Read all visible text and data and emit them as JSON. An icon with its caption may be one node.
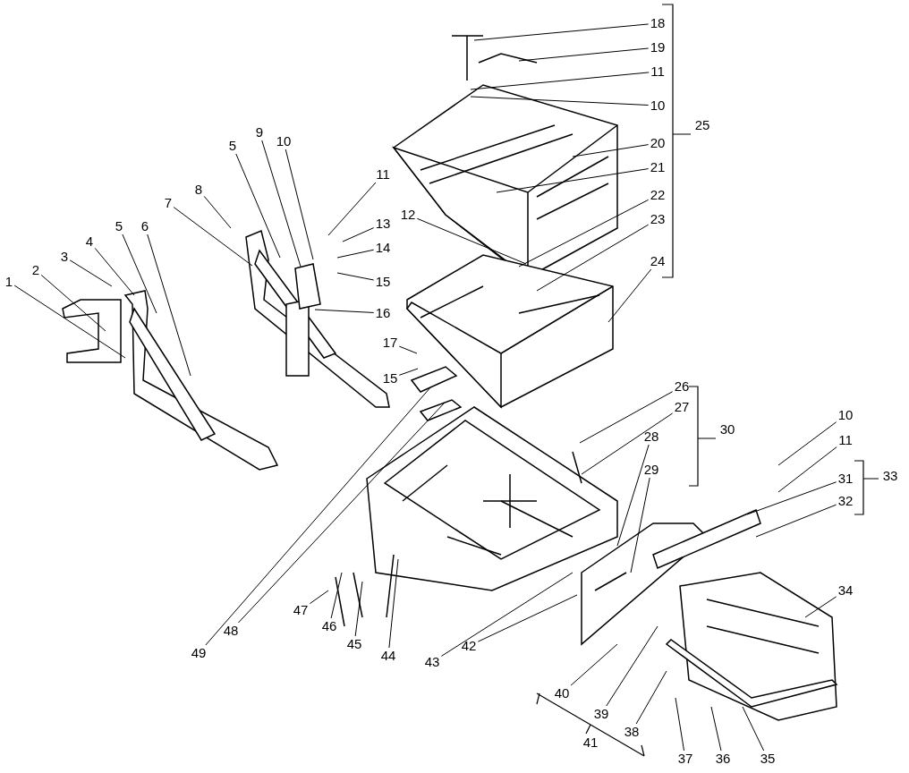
{
  "diagram": {
    "nodes": [
      {
        "text": [
          "1"
        ]
      },
      {
        "text": [
          "2"
        ]
      },
      {
        "text": [
          "3"
        ]
      },
      {
        "text": [
          "4"
        ]
      },
      {
        "text": [
          "5"
        ]
      },
      {
        "text": [
          "6"
        ]
      },
      {
        "text": [
          "7"
        ]
      },
      {
        "text": [
          "8"
        ]
      },
      {
        "text": [
          "5"
        ]
      },
      {
        "text": [
          "9"
        ]
      },
      {
        "text": [
          "10"
        ]
      },
      {
        "text": [
          "11"
        ]
      },
      {
        "text": [
          "13"
        ]
      },
      {
        "text": [
          "14"
        ]
      },
      {
        "text": [
          "15"
        ]
      },
      {
        "text": [
          "16"
        ]
      },
      {
        "text": [
          "12"
        ]
      },
      {
        "text": [
          "17"
        ]
      },
      {
        "text": [
          "15"
        ]
      },
      {
        "text": [
          "18"
        ]
      },
      {
        "text": [
          "19"
        ]
      },
      {
        "text": [
          "11"
        ]
      },
      {
        "text": [
          "10"
        ]
      },
      {
        "text": [
          "20"
        ]
      },
      {
        "text": [
          "21"
        ]
      },
      {
        "text": [
          "22"
        ]
      },
      {
        "text": [
          "23"
        ]
      },
      {
        "text": [
          "24"
        ]
      },
      {
        "text": [
          "26"
        ]
      },
      {
        "text": [
          "27"
        ]
      },
      {
        "text": [
          "28"
        ]
      },
      {
        "text": [
          "29"
        ]
      },
      {
        "text": [
          "10"
        ]
      },
      {
        "text": [
          "11"
        ]
      },
      {
        "text": [
          "31"
        ]
      },
      {
        "text": [
          "32"
        ]
      },
      {
        "text": [
          "34"
        ]
      },
      {
        "text": [
          "35"
        ]
      },
      {
        "text": [
          "36"
        ]
      },
      {
        "text": [
          "37"
        ]
      },
      {
        "text": [
          "38"
        ]
      },
      {
        "text": [
          "39"
        ]
      },
      {
        "text": [
          "40"
        ]
      },
      {
        "text": [
          "43"
        ]
      },
      {
        "text": [
          "42"
        ]
      },
      {
        "text": [
          "44"
        ]
      },
      {
        "text": [
          "45"
        ]
      },
      {
        "text": [
          "46"
        ]
      },
      {
        "text": [
          "47"
        ]
      },
      {
        "text": [
          "48"
        ]
      },
      {
        "text": [
          "49"
        ]
      }
    ],
    "edges": [
      {
        "from": 0,
        "to": null,
        "arrow": "none"
      },
      {
        "from": 1,
        "to": null,
        "arrow": "none"
      },
      {
        "from": 2,
        "to": null,
        "arrow": "none"
      },
      {
        "from": 3,
        "to": null,
        "arrow": "none"
      },
      {
        "from": 4,
        "to": null,
        "arrow": "none"
      },
      {
        "from": 5,
        "to": null,
        "arrow": "none"
      },
      {
        "from": 6,
        "to": null,
        "arrow": "none"
      },
      {
        "from": 7,
        "to": null,
        "arrow": "none"
      },
      {
        "from": 8,
        "to": null,
        "arrow": "none"
      },
      {
        "from": 9,
        "to": null,
        "arrow": "none"
      },
      {
        "from": 10,
        "to": null,
        "arrow": "none"
      },
      {
        "from": 11,
        "to": null,
        "arrow": "none"
      },
      {
        "from": 12,
        "to": null,
        "arrow": "none"
      },
      {
        "from": 13,
        "to": null,
        "arrow": "none"
      },
      {
        "from": 14,
        "to": null,
        "arrow": "none"
      },
      {
        "from": 15,
        "to": null,
        "arrow": "none"
      },
      {
        "from": 16,
        "to": null,
        "arrow": "none"
      },
      {
        "from": 17,
        "to": null,
        "arrow": "none"
      },
      {
        "from": 18,
        "to": null,
        "arrow": "none"
      },
      {
        "from": 19,
        "to": null,
        "arrow": "none"
      },
      {
        "from": 20,
        "to": null,
        "arrow": "none"
      },
      {
        "from": 21,
        "to": null,
        "arrow": "none"
      },
      {
        "from": 22,
        "to": null,
        "arrow": "none"
      },
      {
        "from": 23,
        "to": null,
        "arrow": "none"
      },
      {
        "from": 24,
        "to": null,
        "arrow": "none"
      },
      {
        "from": 25,
        "to": null,
        "arrow": "none"
      },
      {
        "from": 26,
        "to": null,
        "arrow": "none"
      },
      {
        "from": 27,
        "to": null,
        "arrow": "none"
      },
      {
        "from": 28,
        "to": null,
        "arrow": "none"
      },
      {
        "from": 29,
        "to": null,
        "arrow": "none"
      },
      {
        "from": 30,
        "to": null,
        "arrow": "none"
      },
      {
        "from": 31,
        "to": null,
        "arrow": "none"
      },
      {
        "from": 32,
        "to": null,
        "arrow": "none"
      },
      {
        "from": 33,
        "to": null,
        "arrow": "none"
      },
      {
        "from": 34,
        "to": null,
        "arrow": "none"
      },
      {
        "from": 35,
        "to": null,
        "arrow": "none"
      },
      {
        "from": 36,
        "to": null,
        "arrow": "none"
      },
      {
        "from": 37,
        "to": null,
        "arrow": "none"
      },
      {
        "from": 38,
        "to": null,
        "arrow": "none"
      },
      {
        "from": 39,
        "to": null,
        "arrow": "none"
      },
      {
        "from": 40,
        "to": null,
        "arrow": "none"
      },
      {
        "from": 41,
        "to": null,
        "arrow": "none"
      },
      {
        "from": 42,
        "to": null,
        "arrow": "none"
      },
      {
        "from": 43,
        "to": null,
        "arrow": "none"
      },
      {
        "from": 44,
        "to": null,
        "arrow": "none"
      },
      {
        "from": 45,
        "to": null,
        "arrow": "none"
      },
      {
        "from": 46,
        "to": null,
        "arrow": "none"
      },
      {
        "from": 47,
        "to": null,
        "arrow": "none"
      },
      {
        "from": 48,
        "to": null,
        "arrow": "none"
      },
      {
        "from": 49,
        "to": null,
        "arrow": "none"
      },
      {
        "from": 50,
        "to": null,
        "arrow": "none"
      }
    ],
    "labels": [
      "25",
      "30",
      "33",
      "41"
    ]
  }
}
